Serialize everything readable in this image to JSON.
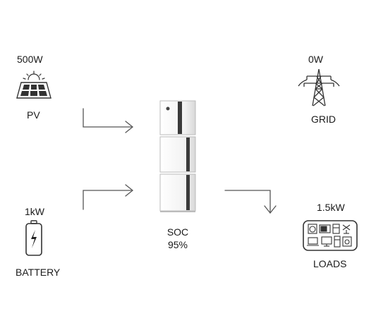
{
  "pv": {
    "power": "500W",
    "label": "PV",
    "icon": "solar-panel-icon"
  },
  "grid": {
    "power": "0W",
    "label": "GRID",
    "icon": "power-tower-icon"
  },
  "battery": {
    "power": "1kW",
    "label": "BATTERY",
    "icon": "battery-charging-icon"
  },
  "loads": {
    "power": "1.5kW",
    "label": "LOADS",
    "icon": "household-appliances-icon"
  },
  "system": {
    "soc_label": "SOC",
    "soc_value": "95%",
    "icon": "battery-storage-unit-icon"
  },
  "flows": [
    {
      "from": "pv",
      "to": "system"
    },
    {
      "from": "battery",
      "to": "system"
    },
    {
      "from": "system",
      "to": "loads"
    }
  ],
  "colors": {
    "line": "#555555",
    "cabinet": "#f4f4f4",
    "stripe": "#3a3a3a"
  }
}
